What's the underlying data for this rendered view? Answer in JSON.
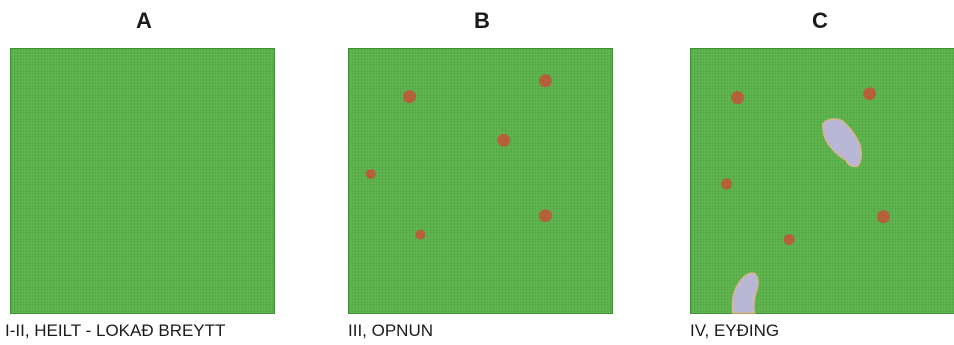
{
  "panels": [
    {
      "letter": "A",
      "caption": "I-II, HEILT - LOKAÐ BREYTT",
      "spots": [],
      "blotches": []
    },
    {
      "letter": "B",
      "caption": "III, OPNUN",
      "spots": [
        {
          "r": "large"
        },
        {
          "r": "large"
        },
        {
          "r": "large"
        },
        {
          "r": "small"
        },
        {
          "r": "large"
        },
        {
          "r": "small"
        }
      ],
      "blotches": []
    },
    {
      "letter": "C",
      "caption": "IV, EYÐING",
      "spots": [
        {
          "r": "large"
        },
        {
          "r": "large"
        },
        {
          "r": "small"
        },
        {
          "r": "large"
        },
        {
          "r": "small"
        }
      ],
      "blotches": [
        "upper-blotch",
        "lower-blotch"
      ]
    }
  ],
  "colors": {
    "field": "#5bb24a",
    "field_border": "#3f8f35",
    "spot": "#b5603a",
    "blotch": "#b9b7d6",
    "blotch_edge": "#d8b48e"
  }
}
